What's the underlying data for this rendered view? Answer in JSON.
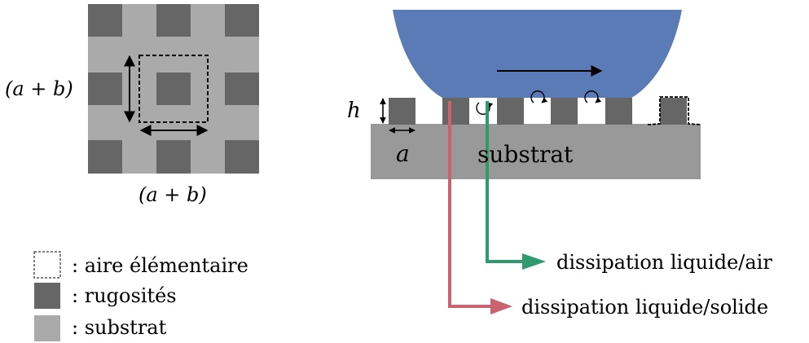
{
  "grid": {
    "dim_vertical": "(a + b)",
    "dim_horizontal": "(a + b)"
  },
  "legend": {
    "items": [
      {
        "symbol": "dashed-box",
        "label": ": aire élémentaire"
      },
      {
        "symbol": "dark-square",
        "label": ": rugosités"
      },
      {
        "symbol": "light-square",
        "label": ": substrat"
      }
    ]
  },
  "cross_section": {
    "label_h": "h",
    "label_a": "a",
    "label_substrat": "substrat",
    "dissipation_air": "dissipation liquide/air",
    "dissipation_solid": "dissipation liquide/solide"
  },
  "colors": {
    "roughness": "#666666",
    "substrate_light": "#aaaaaa",
    "substrate_dark": "#999999",
    "drop": "#5a7bb5",
    "arrow_air": "#2e9a6e",
    "arrow_solid": "#c8636f"
  }
}
